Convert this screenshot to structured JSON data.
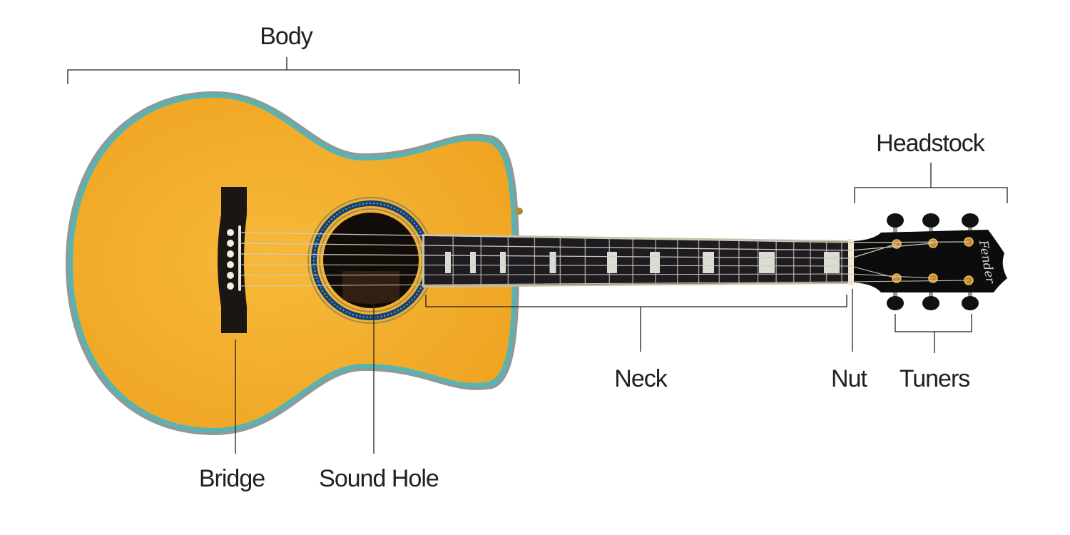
{
  "labels": {
    "body": "Body",
    "headstock": "Headstock",
    "neck": "Neck",
    "nut": "Nut",
    "tuners": "Tuners",
    "bridge": "Bridge",
    "sound_hole": "Sound Hole"
  },
  "logo": "Fender",
  "colors": {
    "top": "#f2ad2a",
    "binding": "#5fa8a8",
    "fretboard": "#1e1c20",
    "headstock": "#0c0c0c",
    "text": "#231f20"
  }
}
